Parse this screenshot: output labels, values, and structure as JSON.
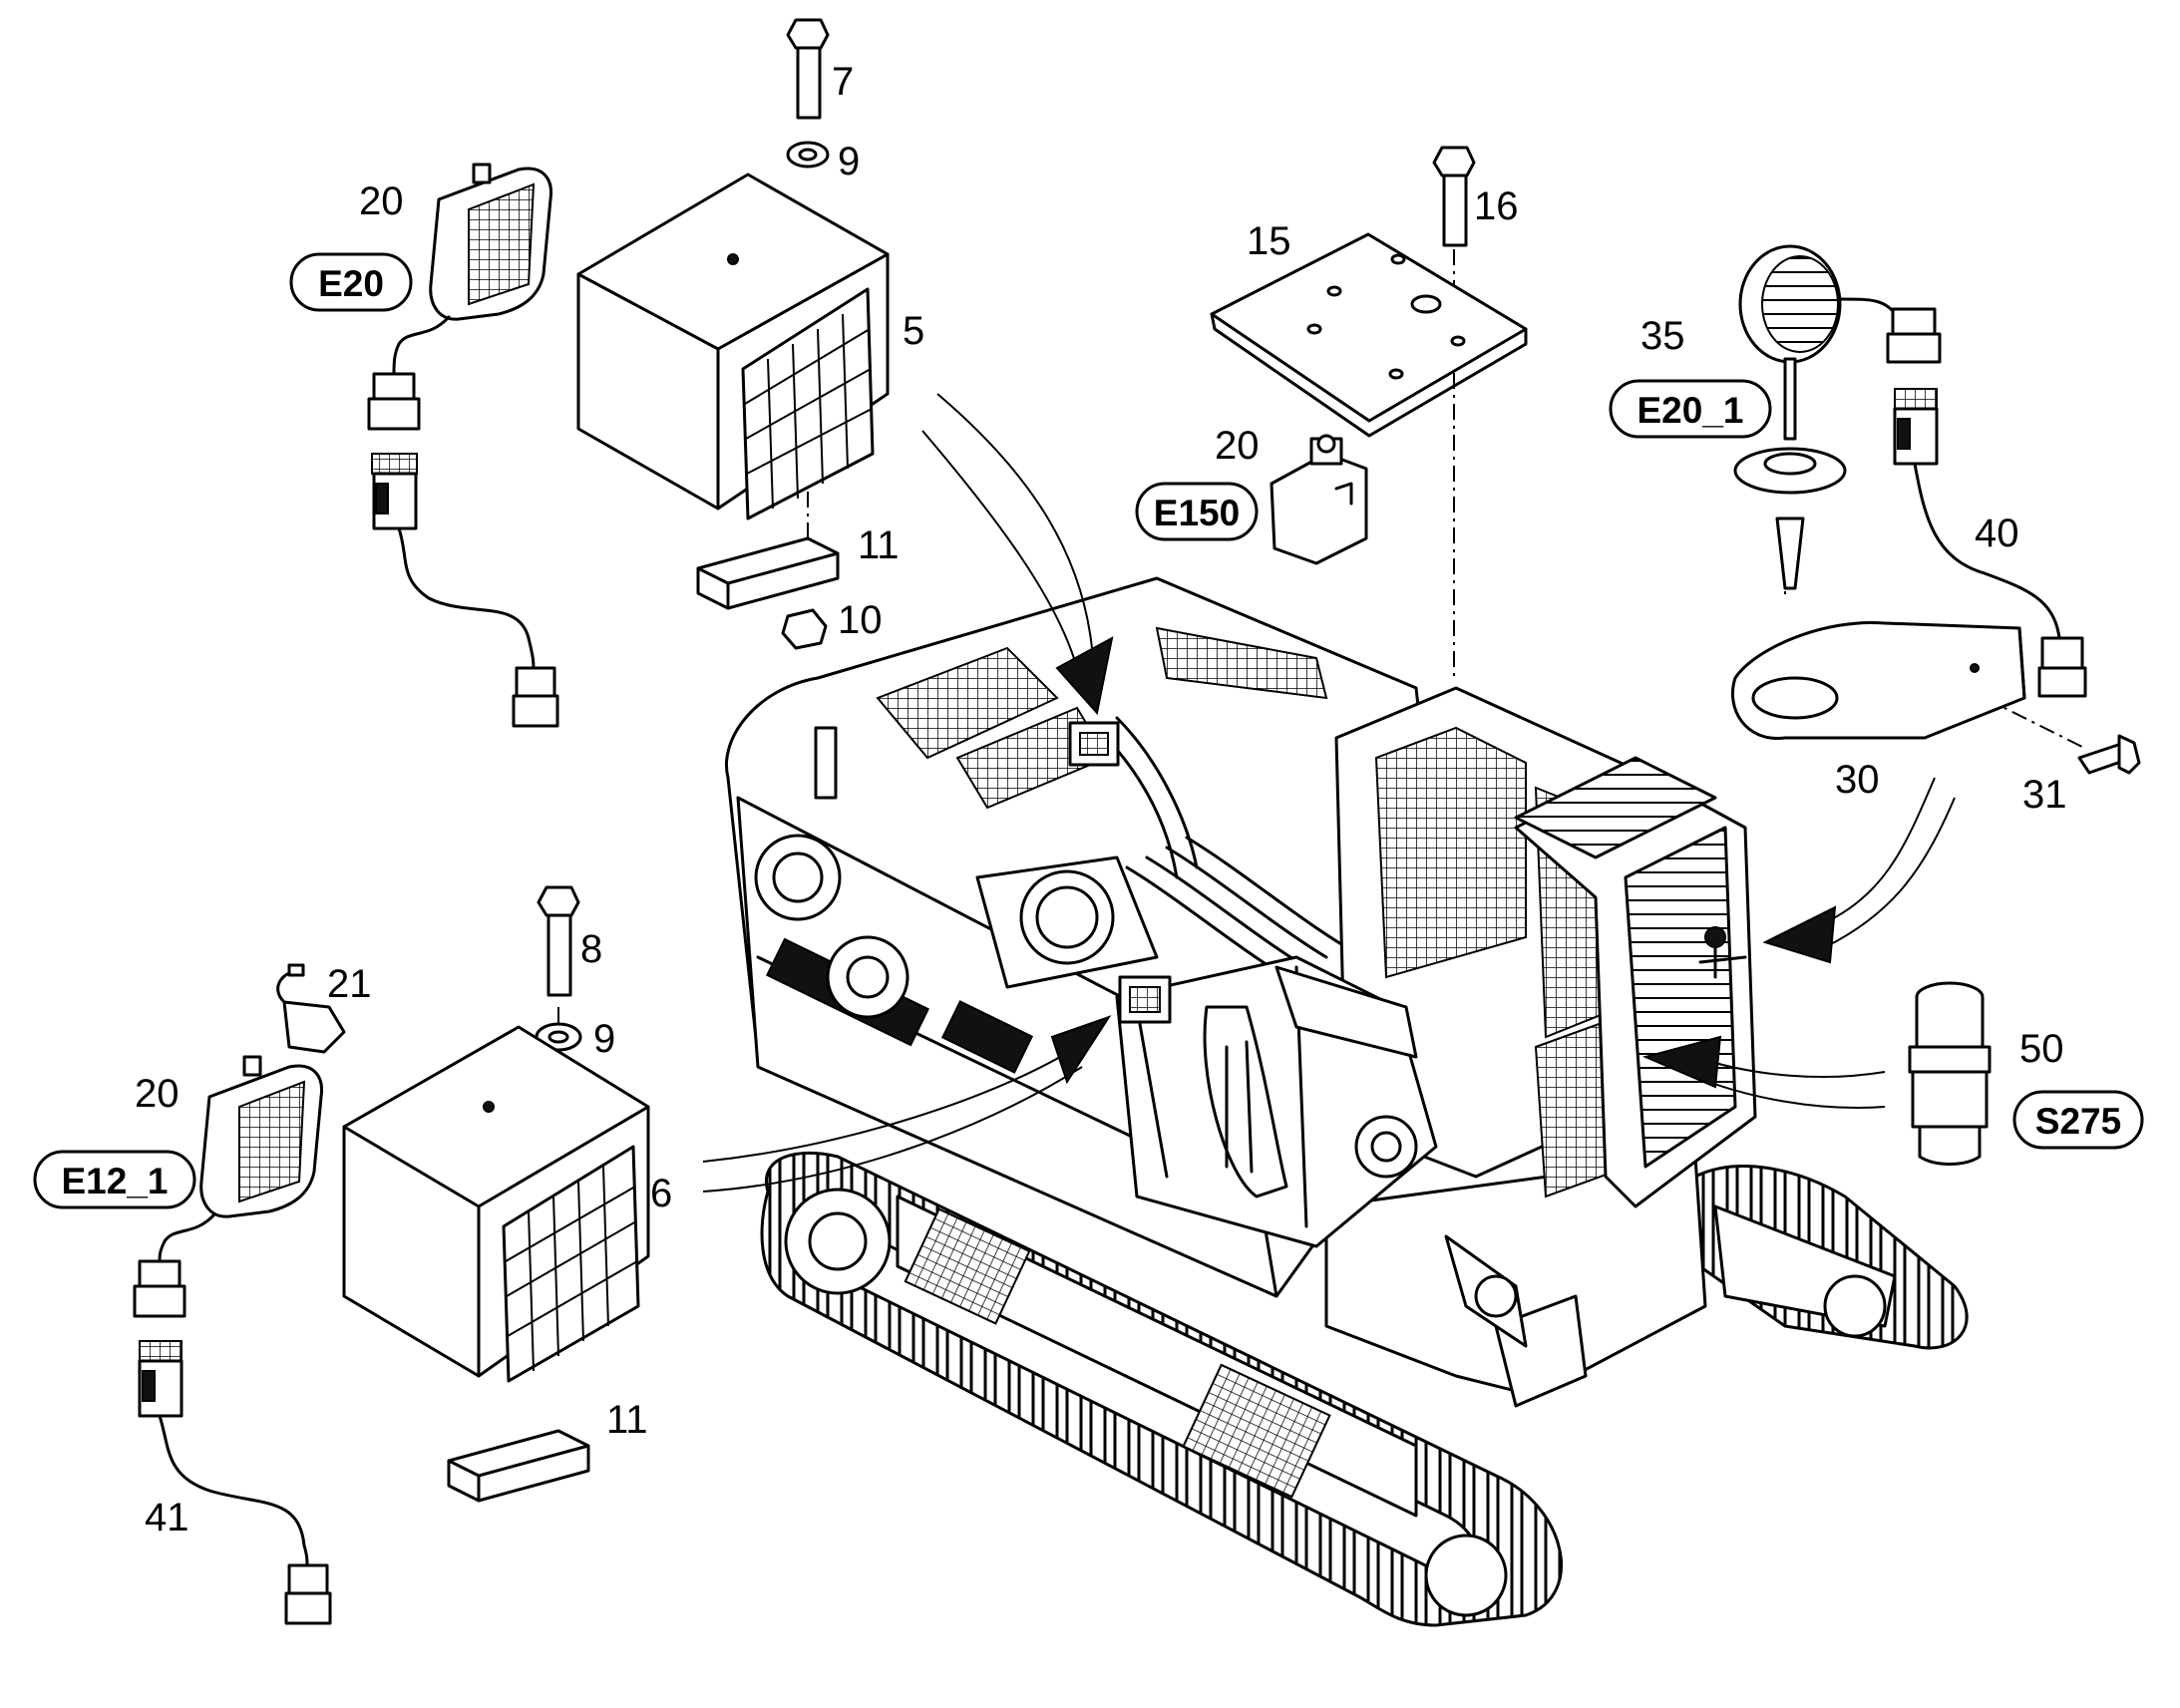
{
  "callouts": [
    {
      "id": "7",
      "text": "7"
    },
    {
      "id": "9a",
      "text": "9"
    },
    {
      "id": "20a",
      "text": "20"
    },
    {
      "id": "5",
      "text": "5"
    },
    {
      "id": "11a",
      "text": "11"
    },
    {
      "id": "10",
      "text": "10"
    },
    {
      "id": "16",
      "text": "16"
    },
    {
      "id": "15",
      "text": "15"
    },
    {
      "id": "20b",
      "text": "20"
    },
    {
      "id": "35",
      "text": "35"
    },
    {
      "id": "40",
      "text": "40"
    },
    {
      "id": "30",
      "text": "30"
    },
    {
      "id": "31",
      "text": "31"
    },
    {
      "id": "8",
      "text": "8"
    },
    {
      "id": "21",
      "text": "21"
    },
    {
      "id": "9b",
      "text": "9"
    },
    {
      "id": "20c",
      "text": "20"
    },
    {
      "id": "6",
      "text": "6"
    },
    {
      "id": "11b",
      "text": "11"
    },
    {
      "id": "41",
      "text": "41"
    },
    {
      "id": "50",
      "text": "50"
    }
  ],
  "tags": [
    {
      "id": "E20",
      "text": "E20"
    },
    {
      "id": "E150",
      "text": "E150"
    },
    {
      "id": "E20_1",
      "text": "E20_1"
    },
    {
      "id": "E12_1",
      "text": "E12_1"
    },
    {
      "id": "S275",
      "text": "S275"
    }
  ],
  "icons": [
    "work-light",
    "mounting-bolt",
    "washer",
    "nut",
    "protective-grille-cage",
    "mounting-plate",
    "spacer-block",
    "round-beacon-light",
    "bracket",
    "connector-cable",
    "switch",
    "bulb",
    "excavator"
  ]
}
